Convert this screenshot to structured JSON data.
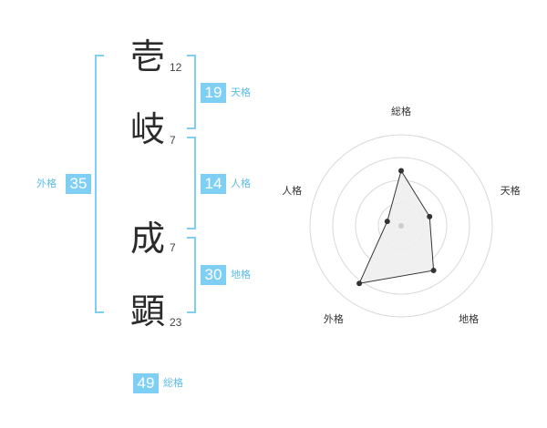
{
  "name_chars": [
    {
      "char": "壱",
      "strokes": "12"
    },
    {
      "char": "岐",
      "strokes": "7"
    },
    {
      "char": "成",
      "strokes": "7"
    },
    {
      "char": "顕",
      "strokes": "23"
    }
  ],
  "kaku": {
    "tenkaku": {
      "value": "19",
      "label": "天格"
    },
    "jinkaku": {
      "value": "14",
      "label": "人格"
    },
    "chikaku": {
      "value": "30",
      "label": "地格"
    },
    "gaikaku": {
      "value": "35",
      "label": "外格"
    },
    "soukaku": {
      "value": "49",
      "label": "総格"
    }
  },
  "chart_data": {
    "type": "radar",
    "axes": [
      "総格",
      "天格",
      "地格",
      "外格",
      "人格"
    ],
    "rings": 4,
    "values": [
      0.53,
      0.2,
      0.53,
      0.74,
      0.0
    ],
    "colors": {
      "fill": "#eeeeee",
      "stroke": "#333333",
      "ring": "#d9d9d9",
      "center": "#cfcfcf"
    }
  }
}
